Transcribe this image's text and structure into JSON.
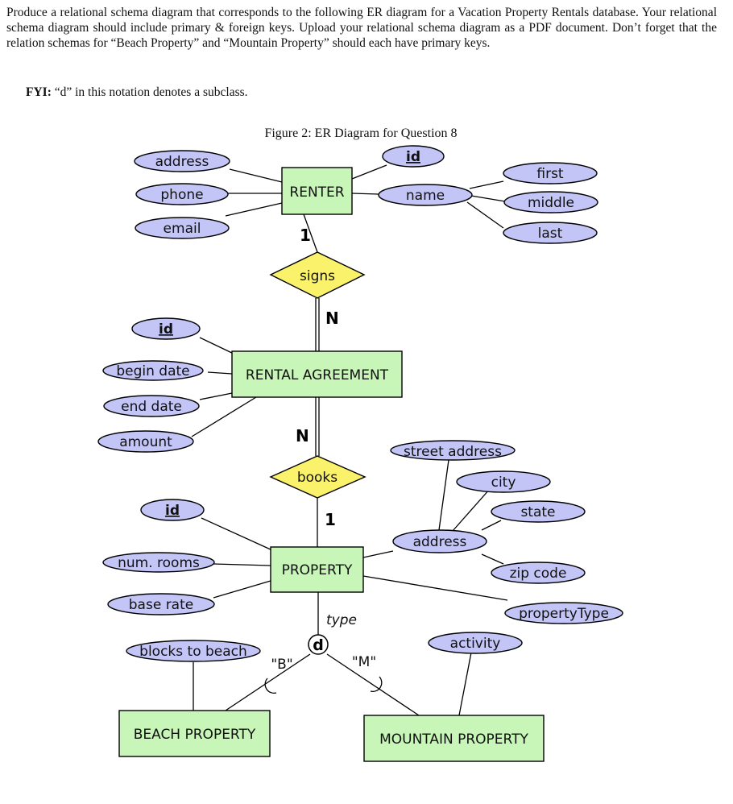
{
  "question": {
    "text": "Produce a relational schema diagram that corresponds to the following ER diagram for a Vacation Property Rentals database. Your relational schema diagram should include primary & foreign keys. Upload your relational schema diagram as a PDF document. Don’t forget that the relation schemas for “Beach Property” and “Mountain Property” should each have primary keys.",
    "fyi_label": "FYI:",
    "fyi_text": "“d” in this notation denotes a subclass."
  },
  "figure": {
    "caption": "Figure 2: ER Diagram for Question 8"
  },
  "entities": {
    "renter": "RENTER",
    "rental_agreement": "RENTAL AGREEMENT",
    "property": "PROPERTY",
    "beach_property": "BEACH PROPERTY",
    "mountain_property": "MOUNTAIN PROPERTY"
  },
  "relationships": {
    "signs": "signs",
    "books": "books"
  },
  "attributes": {
    "renter_address": "address",
    "renter_phone": "phone",
    "renter_email": "email",
    "renter_id": "id",
    "renter_name": "name",
    "name_first": "first",
    "name_middle": "middle",
    "name_last": "last",
    "ra_id": "id",
    "ra_begin_date": "begin date",
    "ra_end_date": "end date",
    "ra_amount": "amount",
    "prop_id": "id",
    "prop_num_rooms": "num. rooms",
    "prop_base_rate": "base rate",
    "prop_address": "address",
    "addr_street": "street address",
    "addr_city": "city",
    "addr_state": "state",
    "addr_zip": "zip code",
    "prop_type": "propertyType",
    "beach_blocks": "blocks to beach",
    "mountain_activity": "activity"
  },
  "cardinalities": {
    "renter_signs": "1",
    "signs_ra": "N",
    "ra_books": "N",
    "books_property": "1"
  },
  "specialization": {
    "symbol": "d",
    "discriminator": "type",
    "beach_value": "\"B\"",
    "mountain_value": "\"M\""
  },
  "colors": {
    "attribute_fill": "#c3c5f7",
    "entity_fill": "#c8f5b8",
    "relationship_fill": "#fbf26b"
  }
}
